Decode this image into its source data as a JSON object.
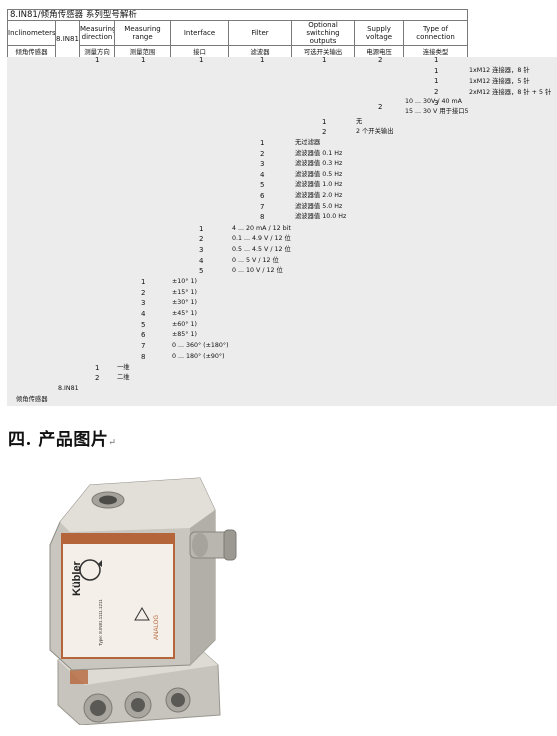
{
  "header": {
    "title": "8.IN81/倾角传感器 系列型号解析",
    "columns": [
      {
        "en": "Inclinometers",
        "cn": "倾角传感器"
      },
      {
        "en": "8.IN81",
        "cn": ""
      },
      {
        "en": "Measuring direction",
        "cn": "测量方向"
      },
      {
        "en": "Measuring range",
        "cn": "测量范围"
      },
      {
        "en": "Interface",
        "cn": "接口"
      },
      {
        "en": "Filter",
        "cn": "滤波器"
      },
      {
        "en": "Optional switching outputs",
        "cn": "可选开关输出"
      },
      {
        "en": "Supply voltage",
        "cn": "电源电压"
      },
      {
        "en": "Type of connection",
        "cn": "连接类型"
      }
    ]
  },
  "example_row": {
    "direction": "1",
    "range": "1",
    "interface": "1",
    "filter": "1",
    "switching": "1",
    "voltage": "2",
    "connection": "1"
  },
  "connection": {
    "options": [
      {
        "code": "1",
        "text": "1xM12 连接器，8 针"
      },
      {
        "code": "2",
        "text": "1xM12 连接器，5 针"
      },
      {
        "code": "3",
        "text": "2xM12 连接器，8 针 + 5 针"
      }
    ],
    "header_code": "1"
  },
  "voltage": {
    "code": "2",
    "lines": [
      "10 ... 30V / 40 mA",
      "15 ... 30 V 用于接口5"
    ]
  },
  "switching": {
    "options": [
      {
        "code": "1",
        "text": "无"
      },
      {
        "code": "2",
        "text": "2 个开关输出"
      }
    ]
  },
  "filter": {
    "options": [
      {
        "code": "1",
        "text": "无过滤器"
      },
      {
        "code": "2",
        "text": "滤波器值 0.1 Hz"
      },
      {
        "code": "3",
        "text": "滤波器值 0.3 Hz"
      },
      {
        "code": "4",
        "text": "滤波器值 0.5 Hz"
      },
      {
        "code": "5",
        "text": "滤波器值 1.0 Hz"
      },
      {
        "code": "6",
        "text": "滤波器值 2.0 Hz"
      },
      {
        "code": "7",
        "text": "滤波器值 5.0 Hz"
      },
      {
        "code": "8",
        "text": "滤波器值 10.0 Hz"
      }
    ]
  },
  "interface": {
    "options": [
      {
        "code": "1",
        "text": "4 ... 20 mA / 12 bit"
      },
      {
        "code": "2",
        "text": "0.1 ... 4.9 V / 12 位"
      },
      {
        "code": "3",
        "text": "0.5 ... 4.5 V / 12 位"
      },
      {
        "code": "4",
        "text": "0 ... 5 V / 12 位"
      },
      {
        "code": "5",
        "text": "0 ... 10 V / 12 位"
      }
    ]
  },
  "range": {
    "options": [
      {
        "code": "1",
        "text": "±10° 1)"
      },
      {
        "code": "2",
        "text": "±15° 1)"
      },
      {
        "code": "3",
        "text": "±30° 1)"
      },
      {
        "code": "4",
        "text": "±45° 1)"
      },
      {
        "code": "5",
        "text": "±60° 1)"
      },
      {
        "code": "6",
        "text": "±85° 1)"
      },
      {
        "code": "7",
        "text": "0 ... 360° (±180°)"
      },
      {
        "code": "8",
        "text": "0 ... 180° (±90°)"
      }
    ]
  },
  "direction": {
    "options": [
      {
        "code": "1",
        "text": "一维"
      },
      {
        "code": "2",
        "text": "二维"
      }
    ]
  },
  "series": {
    "code": "8.IN81",
    "label": "倾角传感器"
  },
  "section_heading": "四. 产品图片",
  "photo": {
    "brand": "Kübler",
    "type_text": "Type: 8.IN81.1111.1211",
    "analog_text": "ANALOG"
  },
  "colors": {
    "accent": "#b4663a",
    "metal": "#c9c6c0",
    "grey_bg": "#ececec"
  }
}
